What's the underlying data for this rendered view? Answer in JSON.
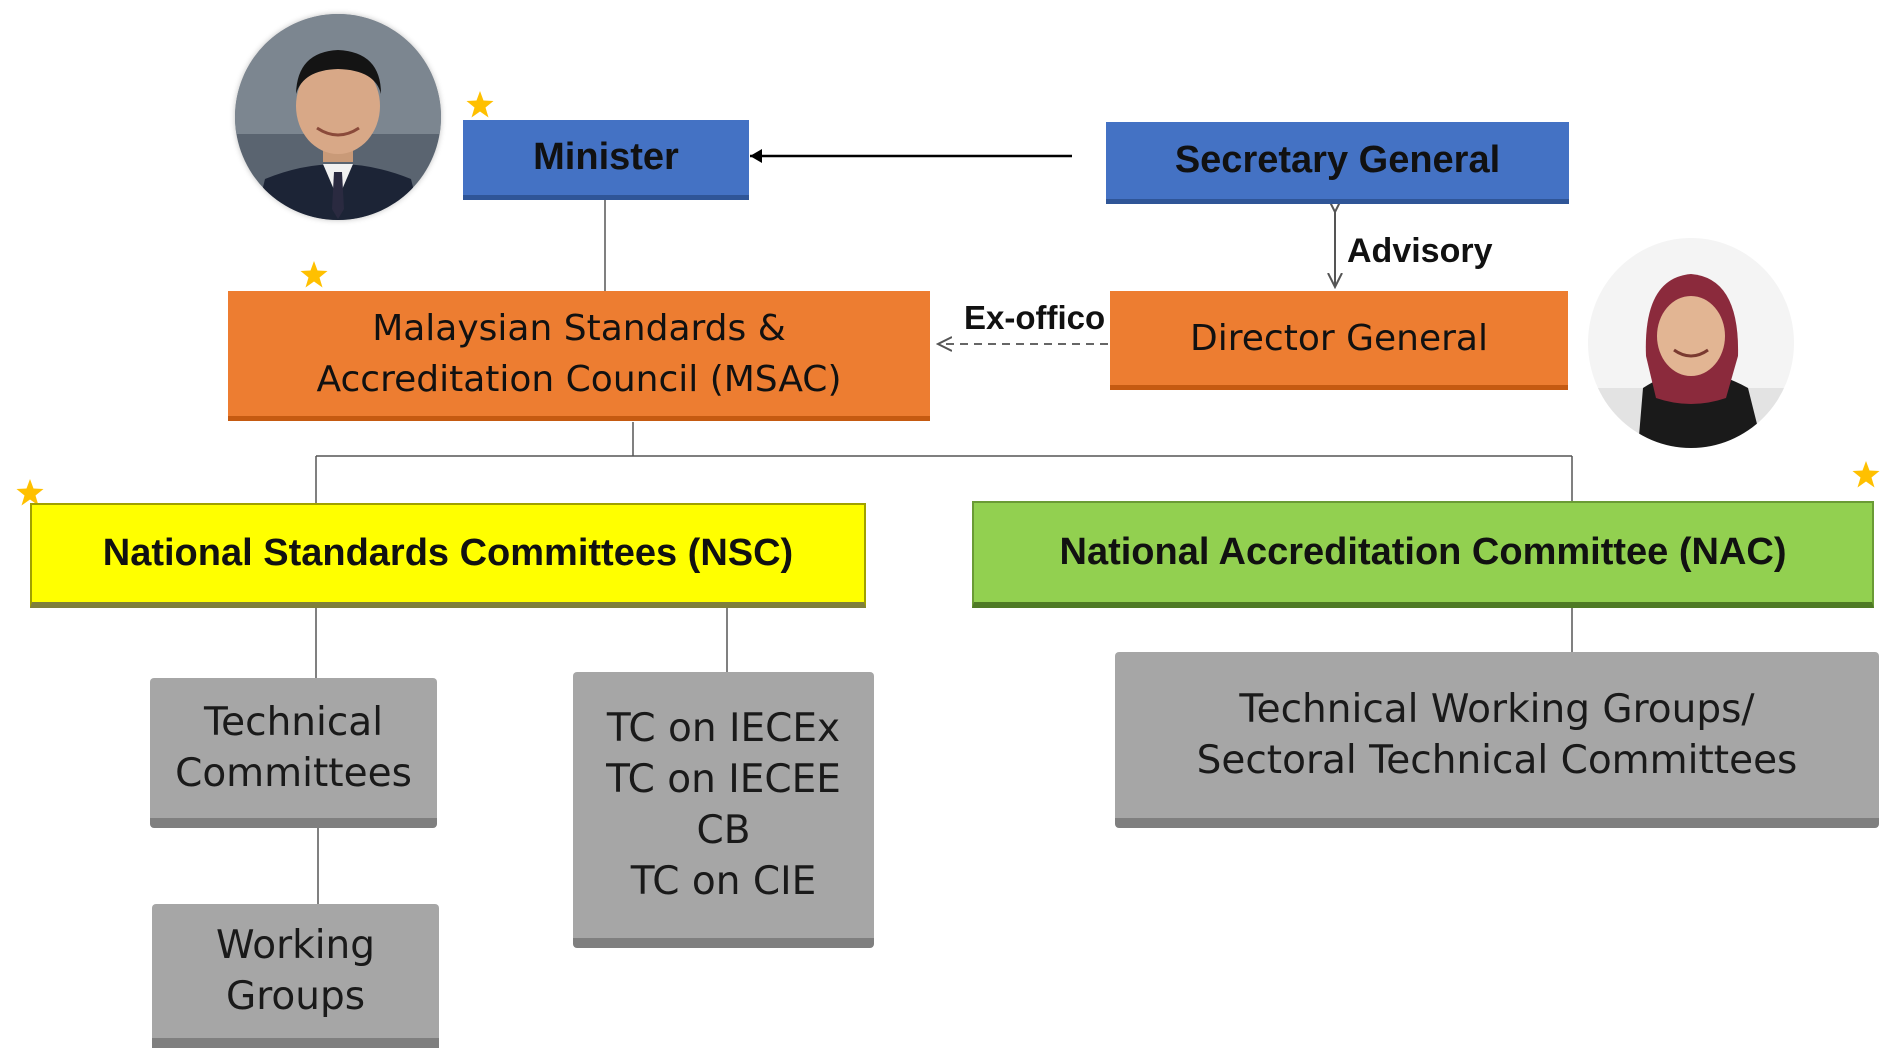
{
  "nodes": {
    "minister": "Minister",
    "secretary_general": "Secretary General",
    "msac_line1": "Malaysian Standards &",
    "msac_line2": "Accreditation Council (MSAC)",
    "director_general": "Director General",
    "nsc": "National Standards Committees (NSC)",
    "nac": "National Accreditation Committee (NAC)",
    "tc_line1": "Technical",
    "tc_line2": "Committees",
    "wg_line1": "Working",
    "wg_line2": "Groups",
    "iec_line1": "TC on IECEx",
    "iec_line2": "TC on IECEE",
    "iec_line3": "CB",
    "iec_line4": "TC on CIE",
    "twg_line1": "Technical Working Groups/",
    "twg_line2": "Sectoral Technical Committees"
  },
  "edge_labels": {
    "advisory": "Advisory",
    "ex_officio": "Ex-offico"
  },
  "icons": {
    "star": "star-icon",
    "minister_photo": "portrait-man",
    "dg_photo": "portrait-woman-hijab"
  },
  "colors": {
    "blue": "#4472c4",
    "orange": "#ed7d31",
    "yellow": "#ffff00",
    "green": "#92d050",
    "grey": "#a6a6a6",
    "star": "#ffc000"
  }
}
